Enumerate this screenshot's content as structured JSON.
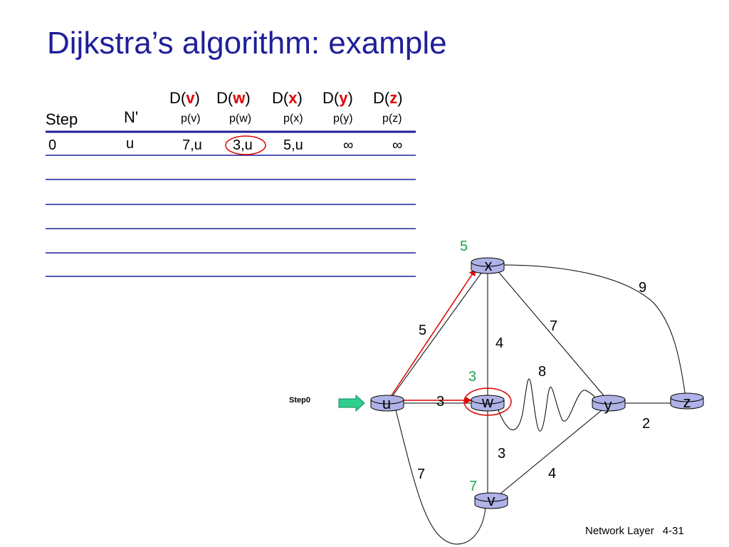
{
  "title": "Dijkstra’s algorithm: example",
  "table": {
    "step_header": "Step",
    "nprime_header": "N'",
    "d_headers": [
      {
        "prefix": "D(",
        "name": "v",
        "suffix": ")"
      },
      {
        "prefix": "D(",
        "name": "w",
        "suffix": ")"
      },
      {
        "prefix": "D(",
        "name": "x",
        "suffix": ")"
      },
      {
        "prefix": "D(",
        "name": "y",
        "suffix": ")"
      },
      {
        "prefix": "D(",
        "name": "z",
        "suffix": ")"
      }
    ],
    "p_headers": [
      "p(v)",
      "p(w)",
      "p(x)",
      "p(y)",
      "p(z)"
    ],
    "rows": [
      {
        "step": "0",
        "nprime": "u",
        "cells": [
          "7,u",
          "3,u",
          "5,u",
          "∞",
          "∞"
        ],
        "circled_index": 1
      }
    ],
    "empty_rows": 5
  },
  "colors": {
    "title": "#1f1f9a",
    "rule": "#1f1f9a",
    "node_fill": "#aeb2e6",
    "highlight": "#e00000",
    "distance_label": "#1aa54a",
    "step_arrow": "#2ecf8f"
  },
  "graph": {
    "nodes": [
      {
        "id": "u",
        "label": "u"
      },
      {
        "id": "v",
        "label": "v"
      },
      {
        "id": "w",
        "label": "w"
      },
      {
        "id": "x",
        "label": "x"
      },
      {
        "id": "y",
        "label": "y"
      },
      {
        "id": "z",
        "label": "z"
      }
    ],
    "edges": [
      {
        "from": "u",
        "to": "x",
        "weight": "5",
        "tree": true
      },
      {
        "from": "u",
        "to": "w",
        "weight": "3",
        "tree": true
      },
      {
        "from": "u",
        "to": "v",
        "weight": "7",
        "tree": false
      },
      {
        "from": "x",
        "to": "w",
        "weight": "4",
        "tree": false
      },
      {
        "from": "x",
        "to": "y",
        "weight": "7",
        "tree": false
      },
      {
        "from": "x",
        "to": "z",
        "weight": "9",
        "tree": false
      },
      {
        "from": "w",
        "to": "y",
        "weight": "8",
        "tree": false
      },
      {
        "from": "w",
        "to": "v",
        "weight": "3",
        "tree": false
      },
      {
        "from": "v",
        "to": "y",
        "weight": "4",
        "tree": false
      },
      {
        "from": "y",
        "to": "z",
        "weight": "2",
        "tree": false
      }
    ],
    "distance_labels": [
      {
        "node": "x",
        "value": "5"
      },
      {
        "node": "w",
        "value": "3"
      },
      {
        "node": "v",
        "value": "7"
      }
    ],
    "step_label": "Step0",
    "circled_node": "w"
  },
  "footer": {
    "section": "Network Layer",
    "page": "4-31"
  }
}
